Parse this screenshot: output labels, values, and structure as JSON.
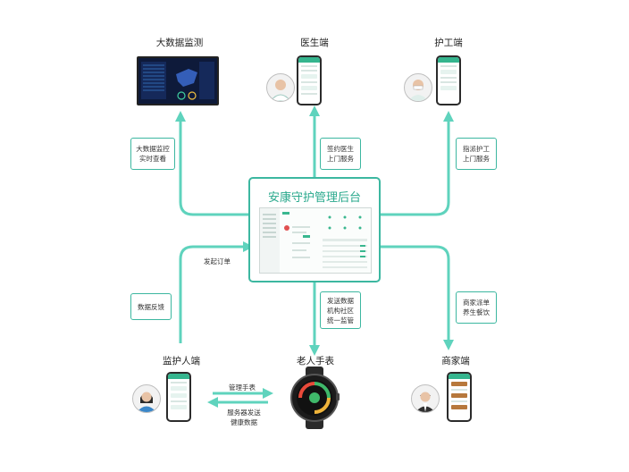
{
  "center": {
    "title": "安康守护管理后台"
  },
  "nodes": {
    "bigdata": {
      "title": "大数据监测"
    },
    "doctor": {
      "title": "医生端"
    },
    "nurse": {
      "title": "护工端"
    },
    "guardian": {
      "title": "监护人端"
    },
    "watch": {
      "title": "老人手表"
    },
    "merchant": {
      "title": "商家端"
    }
  },
  "labels": {
    "bigdata_flow": [
      "大数据监控",
      "实时查看"
    ],
    "doctor_flow": [
      "签约医生",
      "上门服务"
    ],
    "nurse_flow": [
      "指派护工",
      "上门服务"
    ],
    "order": "发起订单",
    "feedback": "数据反馈",
    "data_sync": [
      "发送数据",
      "机构社区",
      "统一监管"
    ],
    "merchant_flow": [
      "商家派单",
      "养生餐饮"
    ],
    "manage_watch": "管理手表",
    "server_send": [
      "服务器发送",
      "健康数据"
    ]
  },
  "colors": {
    "accent": "#3cb7a0",
    "arrow": "#5fd3bd"
  }
}
